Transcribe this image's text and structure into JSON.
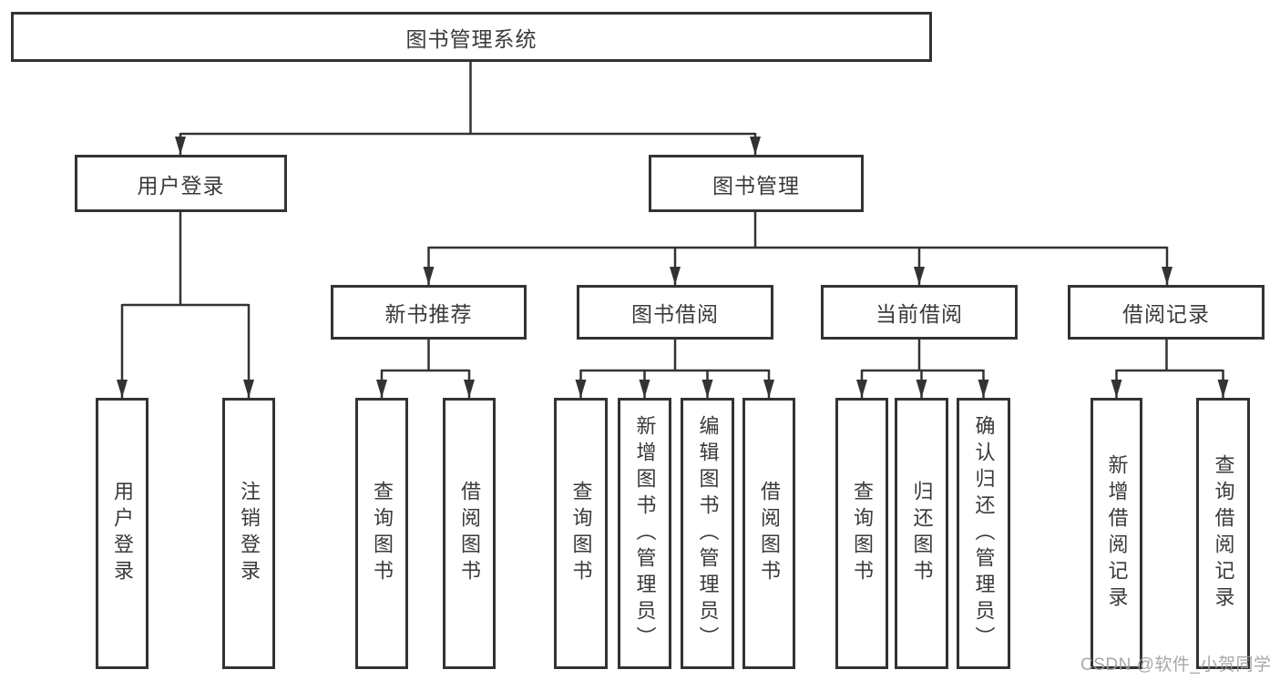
{
  "diagram_title": "图书管理系统",
  "tree": {
    "root": {
      "label": "图书管理系统"
    },
    "branches": [
      {
        "label": "用户登录",
        "children": [
          {
            "label": "用户登录"
          },
          {
            "label": "注销登录"
          }
        ]
      },
      {
        "label": "图书管理",
        "children": [
          {
            "label": "新书推荐",
            "children": [
              {
                "label": "查询图书"
              },
              {
                "label": "借阅图书"
              }
            ]
          },
          {
            "label": "图书借阅",
            "children": [
              {
                "label": "查询图书"
              },
              {
                "label": "新增图书（管理员）"
              },
              {
                "label": "编辑图书（管理员）"
              },
              {
                "label": "借阅图书"
              }
            ]
          },
          {
            "label": "当前借阅",
            "children": [
              {
                "label": "查询图书"
              },
              {
                "label": "归还图书"
              },
              {
                "label": "确认归还（管理员）"
              }
            ]
          },
          {
            "label": "借阅记录",
            "children": [
              {
                "label": "新增借阅记录"
              },
              {
                "label": "查询借阅记录"
              }
            ]
          }
        ]
      }
    ]
  },
  "watermark": {
    "text": "CSDN @软件_小贺同学",
    "color": "#9e9e9e"
  },
  "colors": {
    "line": "#333333",
    "box_border": "#333333",
    "text": "#3a3a3a",
    "background": "#ffffff"
  }
}
